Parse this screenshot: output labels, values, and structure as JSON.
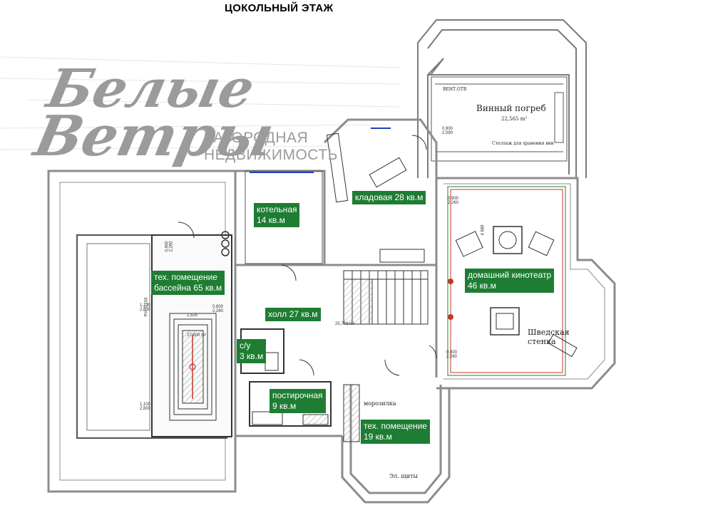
{
  "title": "ЦОКОЛЬНЫЙ ЭТАЖ",
  "logo": {
    "line1": "Белые",
    "line2": "Ветры",
    "sub1": "ЗАГОРОДНАЯ",
    "sub2": "НЕДВИЖИМОСТЬ"
  },
  "rooms": {
    "boiler": "котельная\n14 кв.м",
    "pantry": "кладовая 28 кв.м",
    "pool_tech": "тех. помещение\nбассейна 65 кв.м",
    "hall": "холл 27 кв.м",
    "wc": "с/у\n3 кв.м",
    "laundry": "постирочная\n9 кв.м",
    "tech_room": "тех. помещение\n19 кв.м",
    "cinema": "домашний кинотеатр\n46 кв.м"
  },
  "notes": {
    "wine_cellar": "Винный погреб",
    "wine_area": "22,565 m²",
    "wine_racks": "Стеллаж для хранения вин",
    "vent": "ВЕНТ.ОТВ",
    "swedish_wall": "Шведская\nстенка",
    "freezer": "морозилка",
    "el_panels": "Эл. щиты"
  },
  "dims": {
    "d1": "0,900\n2,260",
    "d2": "0,800\n2,260",
    "d3": "1,100\n2,800",
    "d4": "1,525",
    "d5": "27,600 m²",
    "d6": "0,900\n2,260",
    "d7": "4 669",
    "d8": "25,748 m²",
    "d9": "0,900\n2,260",
    "d10": "0,900\n2,090",
    "d11": "РН. 0,104",
    "d12": "1,100\n2,800"
  },
  "colors": {
    "label_bg": "#1e7d32",
    "wall": "#8c8c8c",
    "line": "#333333",
    "accent_red": "#c0392b",
    "accent_green": "#2e7d32"
  }
}
